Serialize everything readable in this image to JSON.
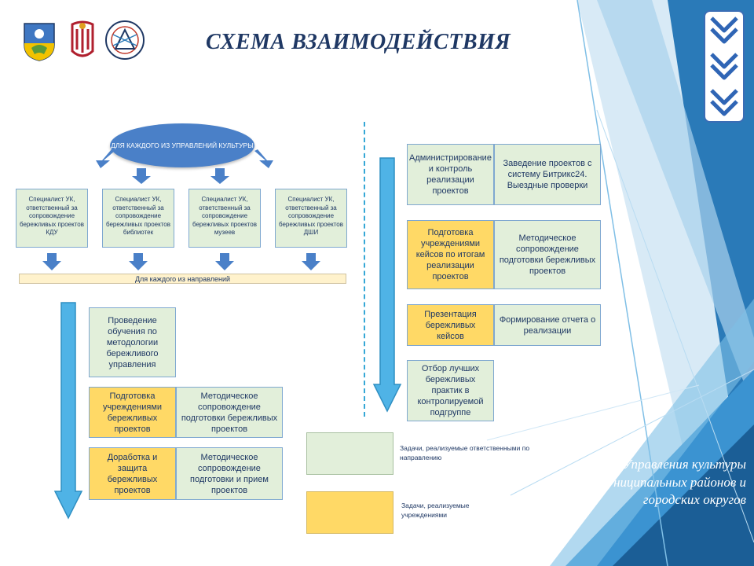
{
  "header": {
    "title": "СХЕМА ВЗАИМОДЕЙСТВИЯ"
  },
  "left": {
    "top_node": "ДЛЯ КАЖДОГО ИЗ УПРАВЛЕНИЙ КУЛЬТУРЫ",
    "specialists": [
      "Специалист УК, ответственный за сопровождение бережливых проектов КДУ",
      "Специалист УК, ответственный за сопровождение бережливых проектов библиотек",
      "Специалист УК, ответственный за сопровождение бережливых проектов музеев",
      "Специалист УК, ответственный за сопровождение бережливых проектов ДШИ"
    ],
    "each_direction": "Для каждого из направлений",
    "training": "Проведение обучения по методологии бережливого управления",
    "row1_left": "Подготовка учреждениями бережливых проектов",
    "row1_right": "Методическое сопровождение подготовки бережливых проектов",
    "row2_left": "Доработка и защита бережливых проектов",
    "row2_right": "Методическое сопровождение подготовки и прием проектов"
  },
  "right": {
    "r1_left": "Администрирование и контроль реализации проектов",
    "r1_right": "Заведение проектов с систему Битрикс24. Выездные проверки",
    "r2_left": "Подготовка учреждениями кейсов по итогам реализации проектов",
    "r2_right": "Методическое сопровождение подготовки бережливых проектов",
    "r3_left": "Презентация бережливых кейсов",
    "r3_right": "Формирование отчета о реализации",
    "r4": "Отбор лучших бережливых практик в контролируемой подгруппе"
  },
  "legend": {
    "green_label": "Задачи, реализуемые ответственными по направлению",
    "yellow_label": "Задачи, реализуемые учреждениями"
  },
  "corner_text": "Управления культуры муниципальных районов и городских округов",
  "colors": {
    "title": "#1f3864",
    "green_box": "#e2efda",
    "yellow_box": "#ffd966",
    "arrow": "#4fb3e6",
    "ellipse": "#4a80c8",
    "corner_blue": "#1b5e96"
  },
  "icons": [
    "coat-of-arms-icon",
    "theater-emblem-icon",
    "culture-emblem-icon",
    "chevron-down-icon"
  ]
}
